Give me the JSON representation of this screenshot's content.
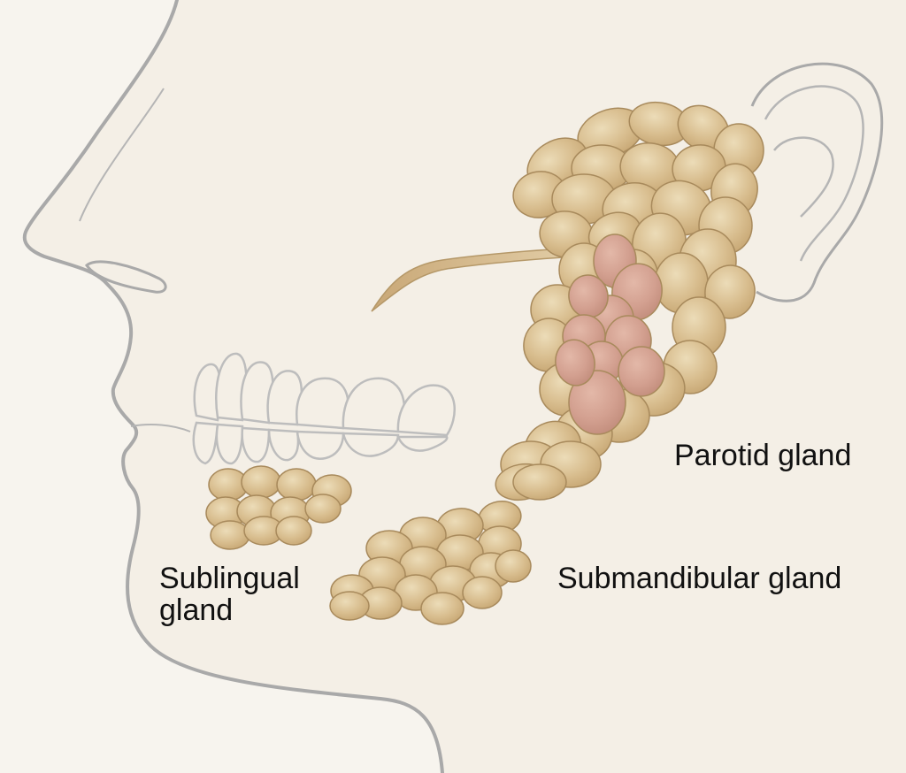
{
  "labels": {
    "parotid": "Parotid gland",
    "submandibular": "Submandibular gland",
    "sublingual_line1": "Sublingual",
    "sublingual_line2": "gland"
  },
  "colors": {
    "background": "#f7f4ee",
    "skin": "#f1ece2",
    "outline": "#a9a9a9",
    "lobule_fill": "#d8bd8e",
    "lobule_stroke": "#a88a5c",
    "lobule_highlight": "#e8d6b0",
    "parotid_inner": "#d6a395",
    "duct": "#d9bf92"
  },
  "icons": [
    "head-outline",
    "ear-outline",
    "teeth-outline",
    "parotid-gland",
    "parotid-duct",
    "submandibular-gland",
    "sublingual-gland"
  ]
}
